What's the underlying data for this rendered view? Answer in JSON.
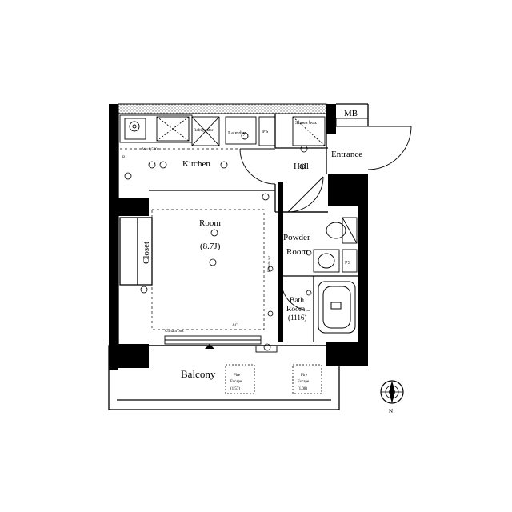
{
  "floor_plan": {
    "rooms": {
      "kitchen": "Kitchen",
      "hall": "Hall",
      "entrance": "Entrance",
      "room": "Room",
      "room_size": "(8.7J)",
      "closet": "Closet",
      "powder_room_line1": "Powder",
      "powder_room_line2": "Room",
      "bath_room_line1": "Bath",
      "bath_room_line2": "Room",
      "bath_size": "(1116)",
      "balcony": "Balcony"
    },
    "fixtures": {
      "mb": "MB",
      "ps_top": "PS",
      "ps_right": "PS",
      "shoes_box": "Shoes box",
      "laundry": "Laundry",
      "refrigerator": "Refrigerator",
      "kitchen_width": "W=1,500",
      "r_mark": "R",
      "curtain_box": "Curtain box",
      "ac": "AC",
      "return_air": "Return air"
    },
    "escapes": [
      {
        "line1": "Fire",
        "line2": "Escape",
        "code": "(1.57)"
      },
      {
        "line1": "Fire",
        "line2": "Escape",
        "code": "(1.08)"
      }
    ],
    "compass": {
      "north": "N"
    }
  }
}
